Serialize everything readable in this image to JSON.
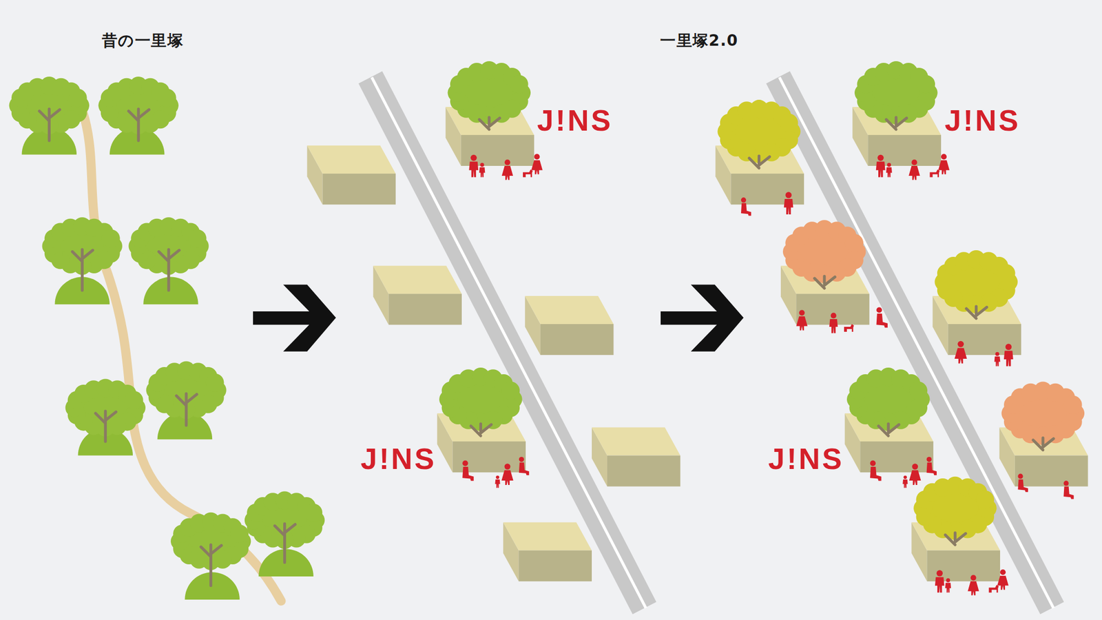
{
  "diagram": {
    "labels": [
      "昔の一里塚",
      "J!NS",
      "J!NS",
      "一里塚2.0",
      "J!NS",
      "J!NS"
    ]
  }
}
